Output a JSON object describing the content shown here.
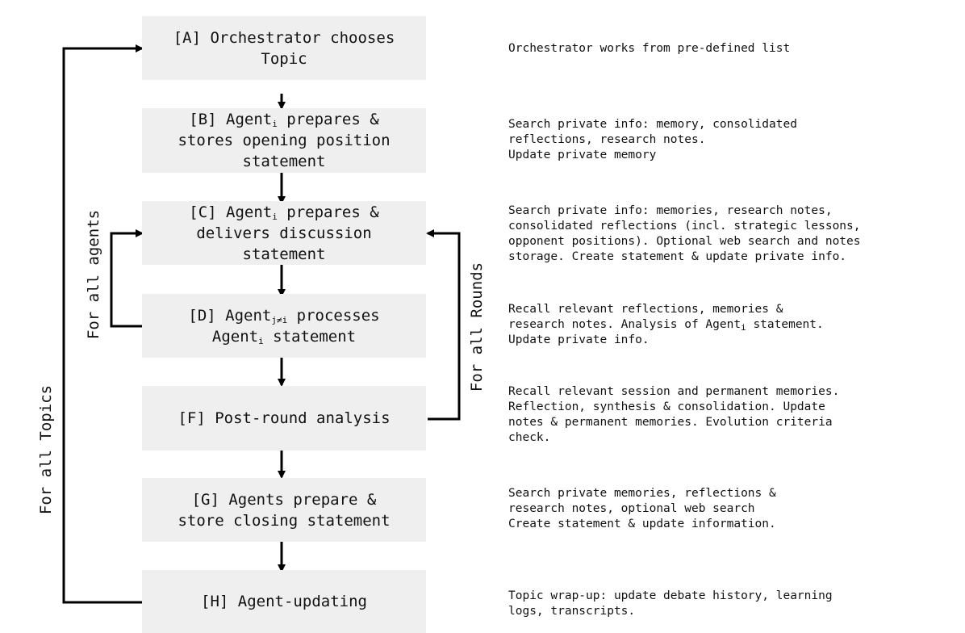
{
  "steps": [
    {
      "id": "A",
      "lines": [
        {
          "pre": "[A] Orchestrator chooses"
        },
        {
          "pre": "Topic"
        }
      ]
    },
    {
      "id": "B",
      "lines": [
        {
          "pre": "[B] Agent",
          "sub": "i",
          "post": " prepares &"
        },
        {
          "pre": "stores opening position"
        },
        {
          "pre": "statement"
        }
      ]
    },
    {
      "id": "C",
      "lines": [
        {
          "pre": "[C] Agent",
          "sub": "i",
          "post": " prepares &"
        },
        {
          "pre": "delivers discussion"
        },
        {
          "pre": "statement"
        }
      ]
    },
    {
      "id": "D",
      "lines": [
        {
          "pre": "[D] Agent",
          "sub": "j≠i",
          "post": " processes"
        },
        {
          "pre": "Agent",
          "sub": "i",
          "post": " statement"
        }
      ]
    },
    {
      "id": "F",
      "lines": [
        {
          "pre": "[F] Post-round analysis"
        }
      ]
    },
    {
      "id": "G",
      "lines": [
        {
          "pre": "[G] Agents prepare &"
        },
        {
          "pre": "store closing statement"
        }
      ]
    },
    {
      "id": "H",
      "lines": [
        {
          "pre": "[H] Agent-updating"
        }
      ]
    }
  ],
  "notes": [
    {
      "id": "A",
      "lines": [
        {
          "pre": "Orchestrator works from pre-defined list"
        }
      ]
    },
    {
      "id": "B",
      "lines": [
        {
          "pre": "Search private info: memory, consolidated"
        },
        {
          "pre": "reflections, research notes."
        },
        {
          "pre": "Update private memory"
        }
      ]
    },
    {
      "id": "C",
      "lines": [
        {
          "pre": "Search private info: memories, research notes,"
        },
        {
          "pre": "consolidated reflections (incl. strategic lessons,"
        },
        {
          "pre": "opponent positions). Optional web search and notes"
        },
        {
          "pre": "storage. Create statement & update private info."
        }
      ]
    },
    {
      "id": "D",
      "lines": [
        {
          "pre": "Recall relevant reflections, memories &"
        },
        {
          "pre": "research notes. Analysis of Agent",
          "sub": "i",
          "post": " statement."
        },
        {
          "pre": "Update private info."
        }
      ]
    },
    {
      "id": "F",
      "lines": [
        {
          "pre": "Recall relevant session and permanent memories."
        },
        {
          "pre": "Reflection, synthesis & consolidation. Update"
        },
        {
          "pre": "notes & permanent memories. Evolution criteria"
        },
        {
          "pre": "check."
        }
      ]
    },
    {
      "id": "G",
      "lines": [
        {
          "pre": "Search private memories, reflections &"
        },
        {
          "pre": "research notes, optional web search"
        },
        {
          "pre": "Create statement & update information."
        }
      ]
    },
    {
      "id": "H",
      "lines": [
        {
          "pre": "Topic wrap-up: update debate history, learning"
        },
        {
          "pre": "logs, transcripts."
        }
      ]
    }
  ],
  "loops": {
    "agents": "For all agents",
    "rounds": "For all Rounds",
    "topics": "For all Topics"
  },
  "colors": {
    "box_fill": "#efefef",
    "line": "#000000",
    "text": "#111111"
  }
}
